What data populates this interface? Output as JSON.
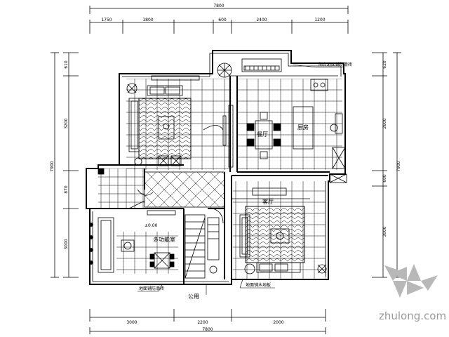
{
  "dimensions": {
    "top_total": "7800",
    "top_segments": [
      "1750",
      "1800",
      "600",
      "2400",
      "1200"
    ],
    "bottom_total": "7800",
    "bottom_segments": [
      "3000",
      "2200",
      "2000"
    ],
    "left_total": "7900",
    "left_segments": [
      "610",
      "3200",
      "870",
      "3000"
    ],
    "right_total": "7900",
    "right_segments": [
      "620",
      "2600",
      "600",
      "3000"
    ]
  },
  "rooms": {
    "dining_label": "餐厅",
    "kitchen_label": "厨房",
    "living_label": "客厅",
    "bedroom_label": "多功能室",
    "public_label": "公用"
  },
  "annotations": {
    "elevation": "±0.00",
    "note_top_right": "阳台地面铺防滑砖",
    "note_bottom_left": "地面铺防滑砖",
    "note_bottom_right": "地面铺木地板"
  },
  "watermark": {
    "text": "zhulong.com"
  },
  "colors": {
    "line": "#000000",
    "watermark": "#9a9a9a"
  }
}
